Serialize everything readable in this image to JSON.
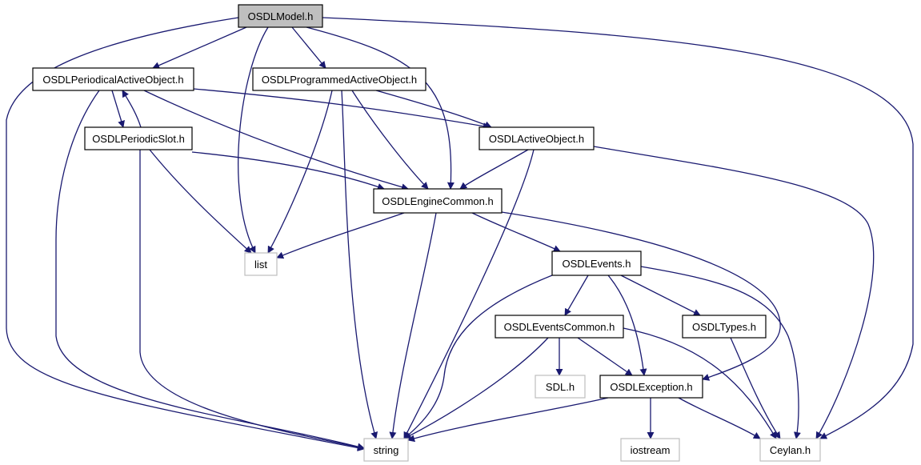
{
  "diagram": {
    "root": "OSDLModel.h",
    "nodes": [
      {
        "id": "model",
        "label": "OSDLModel.h",
        "kind": "root"
      },
      {
        "id": "periodical",
        "label": "OSDLPeriodicalActiveObject.h",
        "kind": "header"
      },
      {
        "id": "programmed",
        "label": "OSDLProgrammedActiveObject.h",
        "kind": "header"
      },
      {
        "id": "slot",
        "label": "OSDLPeriodicSlot.h",
        "kind": "header"
      },
      {
        "id": "active",
        "label": "OSDLActiveObject.h",
        "kind": "header"
      },
      {
        "id": "engine",
        "label": "OSDLEngineCommon.h",
        "kind": "header"
      },
      {
        "id": "list",
        "label": "list",
        "kind": "external"
      },
      {
        "id": "events",
        "label": "OSDLEvents.h",
        "kind": "header"
      },
      {
        "id": "eventscommon",
        "label": "OSDLEventsCommon.h",
        "kind": "header"
      },
      {
        "id": "types",
        "label": "OSDLTypes.h",
        "kind": "header"
      },
      {
        "id": "sdl",
        "label": "SDL.h",
        "kind": "external"
      },
      {
        "id": "exception",
        "label": "OSDLException.h",
        "kind": "header"
      },
      {
        "id": "string",
        "label": "string",
        "kind": "external"
      },
      {
        "id": "iostream",
        "label": "iostream",
        "kind": "external"
      },
      {
        "id": "ceylan",
        "label": "Ceylan.h",
        "kind": "external"
      }
    ],
    "edges": [
      {
        "from": "model",
        "to": "periodical"
      },
      {
        "from": "model",
        "to": "programmed"
      },
      {
        "from": "model",
        "to": "list"
      },
      {
        "from": "model",
        "to": "engine"
      },
      {
        "from": "model",
        "to": "string"
      },
      {
        "from": "model",
        "to": "ceylan"
      },
      {
        "from": "periodical",
        "to": "slot"
      },
      {
        "from": "periodical",
        "to": "active"
      },
      {
        "from": "periodical",
        "to": "engine"
      },
      {
        "from": "periodical",
        "to": "string"
      },
      {
        "from": "slot",
        "to": "periodical"
      },
      {
        "from": "slot",
        "to": "engine"
      },
      {
        "from": "slot",
        "to": "list"
      },
      {
        "from": "slot",
        "to": "string"
      },
      {
        "from": "programmed",
        "to": "active"
      },
      {
        "from": "programmed",
        "to": "engine"
      },
      {
        "from": "programmed",
        "to": "list"
      },
      {
        "from": "programmed",
        "to": "string"
      },
      {
        "from": "active",
        "to": "engine"
      },
      {
        "from": "active",
        "to": "string"
      },
      {
        "from": "active",
        "to": "ceylan"
      },
      {
        "from": "engine",
        "to": "list"
      },
      {
        "from": "engine",
        "to": "events"
      },
      {
        "from": "engine",
        "to": "string"
      },
      {
        "from": "engine",
        "to": "exception"
      },
      {
        "from": "events",
        "to": "eventscommon"
      },
      {
        "from": "events",
        "to": "types"
      },
      {
        "from": "events",
        "to": "exception"
      },
      {
        "from": "events",
        "to": "string"
      },
      {
        "from": "events",
        "to": "ceylan"
      },
      {
        "from": "eventscommon",
        "to": "sdl"
      },
      {
        "from": "eventscommon",
        "to": "exception"
      },
      {
        "from": "eventscommon",
        "to": "string"
      },
      {
        "from": "eventscommon",
        "to": "ceylan"
      },
      {
        "from": "types",
        "to": "ceylan"
      },
      {
        "from": "exception",
        "to": "string"
      },
      {
        "from": "exception",
        "to": "iostream"
      },
      {
        "from": "exception",
        "to": "ceylan"
      }
    ]
  },
  "colors": {
    "edge": "#191970",
    "node_border": "#000000",
    "external_border": "#bfbfbf",
    "root_fill": "#bfbfbf"
  }
}
